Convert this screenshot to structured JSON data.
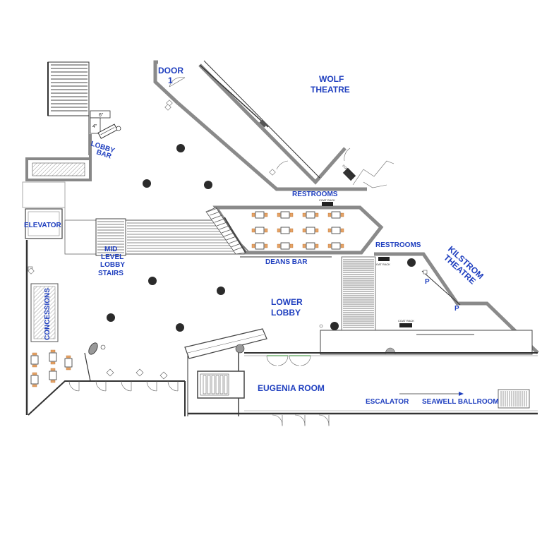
{
  "labels": {
    "door_1": "DOOR",
    "door_1_num": "1",
    "wolf_1": "WOLF",
    "wolf_2": "THEATRE",
    "lobby_bar_1": "LOBBY",
    "lobby_bar_2": "BAR",
    "restrooms_upper": "RESTROOMS",
    "restrooms_right": "RESTROOMS",
    "elevator": "ELEVATOR",
    "mid_1": "MID",
    "mid_2": "LEVEL",
    "mid_3": "LOBBY",
    "mid_4": "STAIRS",
    "deans_bar": "DEANS BAR",
    "kilstrom_1": "KILSTROM",
    "kilstrom_2": "THEATRE",
    "lower_lobby_1": "LOWER",
    "lower_lobby_2": "LOBBY",
    "concessions": "CONCESSIONS",
    "eugenia_room": "EUGENIA ROOM",
    "escalator": "ESCALATOR",
    "seawell_ballroom": "SEAWELL BALLROOM",
    "coat_rack_1": "COAT RACK",
    "coat_rack_2": "COAT RACK",
    "coat_rack_3": "COAT RACK",
    "coat_rack_4": "COAT RACK",
    "dim_6": "6\"",
    "dim_4": "4\""
  },
  "colors": {
    "label_blue": "#1f3fbf",
    "wall": "#444444",
    "chair": "#e7a467"
  }
}
